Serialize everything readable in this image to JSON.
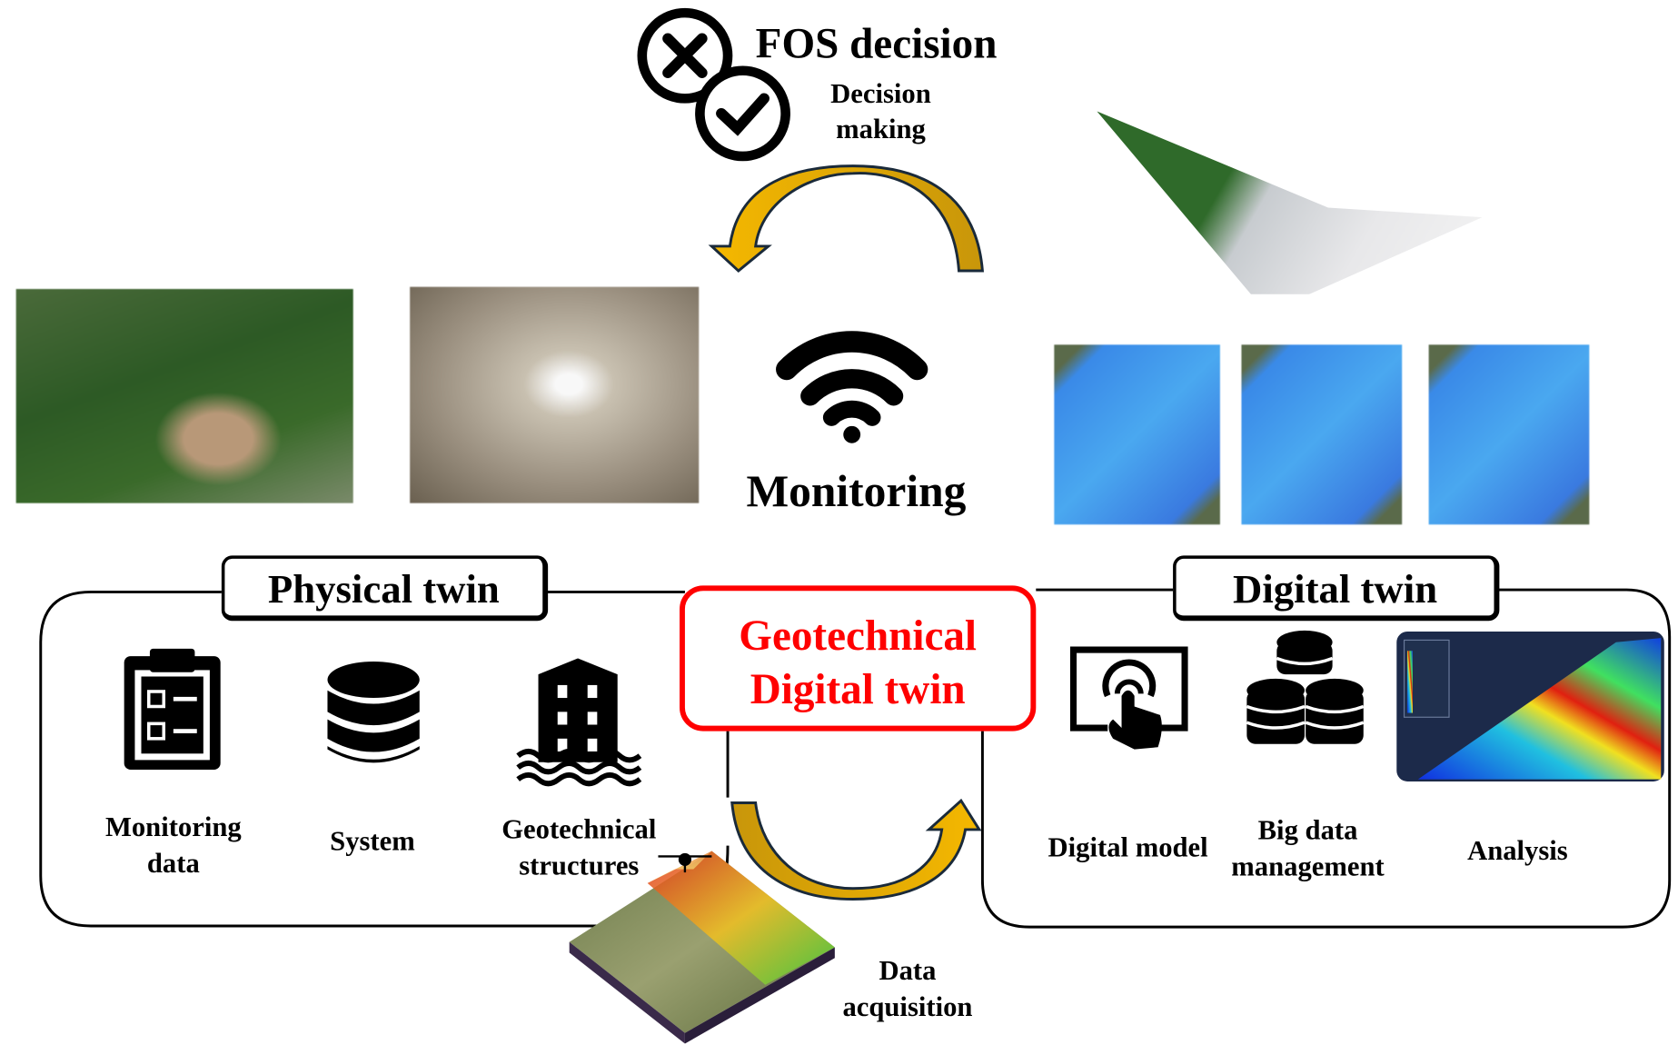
{
  "top": {
    "title": "FOS decision",
    "subtitle_line1": "Decision",
    "subtitle_line2": "making"
  },
  "monitoring": {
    "label": "Monitoring"
  },
  "center": {
    "line1": "Geotechnical",
    "line2": "Digital twin",
    "color": "#ff0000"
  },
  "physical_twin": {
    "title": "Physical twin",
    "items": [
      {
        "line1": "Monitoring",
        "line2": "data",
        "icon": "clipboard-icon"
      },
      {
        "line1": "System",
        "line2": "",
        "icon": "database-icon"
      },
      {
        "line1": "Geotechnical",
        "line2": "structures",
        "icon": "building-water-icon"
      }
    ]
  },
  "digital_twin": {
    "title": "Digital twin",
    "items": [
      {
        "line1": "Digital model",
        "line2": "",
        "icon": "touch-screen-icon"
      },
      {
        "line1": "Big data",
        "line2": "management",
        "icon": "stacked-databases-icon"
      },
      {
        "line1": "Analysis",
        "line2": "",
        "icon": "fem-analysis-image"
      }
    ]
  },
  "data_acquisition": {
    "line1": "Data",
    "line2": "acquisition"
  },
  "colors": {
    "arrow": "#f5b800",
    "arrow_dark": "#c8960a",
    "red": "#ff0000"
  }
}
